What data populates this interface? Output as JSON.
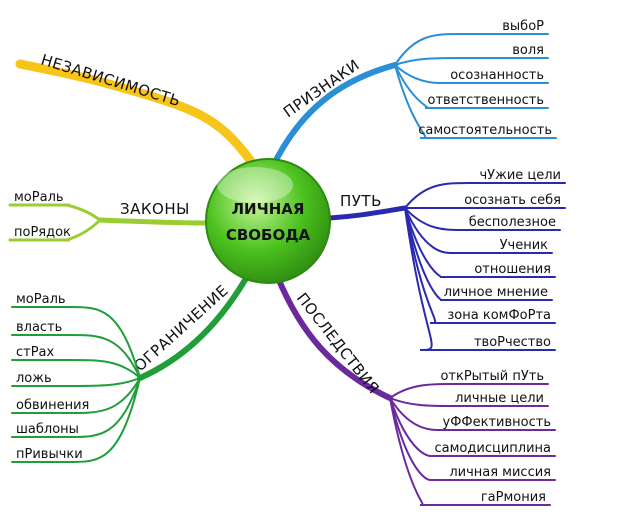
{
  "center": {
    "line1": "ЛИЧНАЯ",
    "line2": "СВОБОДА",
    "color": "#4cc21f"
  },
  "branches": {
    "independence": {
      "label": "НЕЗАВИСИМОСТЬ",
      "color": "#f7c51a",
      "items": []
    },
    "signs": {
      "label": "ПРИЗНАКИ",
      "color": "#2a8fd6",
      "items": [
        "выбоР",
        "воля",
        "осознанность",
        "ответственность",
        "самостоятельность"
      ]
    },
    "laws": {
      "label": "ЗАКОНЫ",
      "color": "#9acd32",
      "items": [
        "моРаль",
        "поРядок"
      ]
    },
    "path": {
      "label": "ПУТЬ",
      "color": "#2a2ab0",
      "items": [
        "чУжие цели",
        "осознать себя",
        "бесполезное",
        "Ученик",
        "отношения",
        "личное мнение",
        "зона комФоРта",
        "твоРчество"
      ]
    },
    "limits": {
      "label": "ОГРАНИЧЕНИЕ",
      "color": "#1f9e3a",
      "items": [
        "моРаль",
        "власть",
        "стРах",
        "ложь",
        "обвинения",
        "шаблоны",
        "пРивычки"
      ]
    },
    "consequences": {
      "label": "ПОСЛЕДСТВИЯ",
      "color": "#6a2a9e",
      "items": [
        "откРытый пУть",
        "личные цели",
        "уФФективность",
        "самодисциплина",
        "личная миссия",
        "гаРмония"
      ]
    }
  }
}
